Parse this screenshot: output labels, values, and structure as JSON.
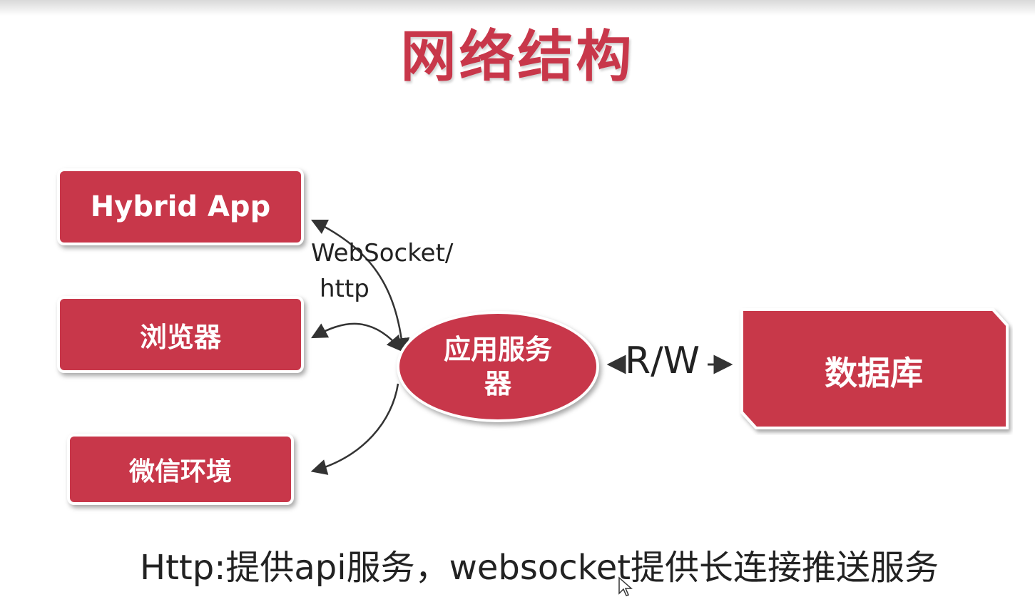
{
  "title": "网络结构",
  "clients": {
    "hybrid_app": "Hybrid App",
    "browser": "浏览器",
    "wechat": "微信环境"
  },
  "server": "应用服务器",
  "database": "数据库",
  "labels": {
    "websocket": "WebSocket/",
    "http": "http",
    "rw": "R/W"
  },
  "footer": "Http:提供api服务，websocket提供长连接推送服务",
  "colors": {
    "node_fill": "#c8374a",
    "title": "#c8374a",
    "text": "#222222"
  }
}
